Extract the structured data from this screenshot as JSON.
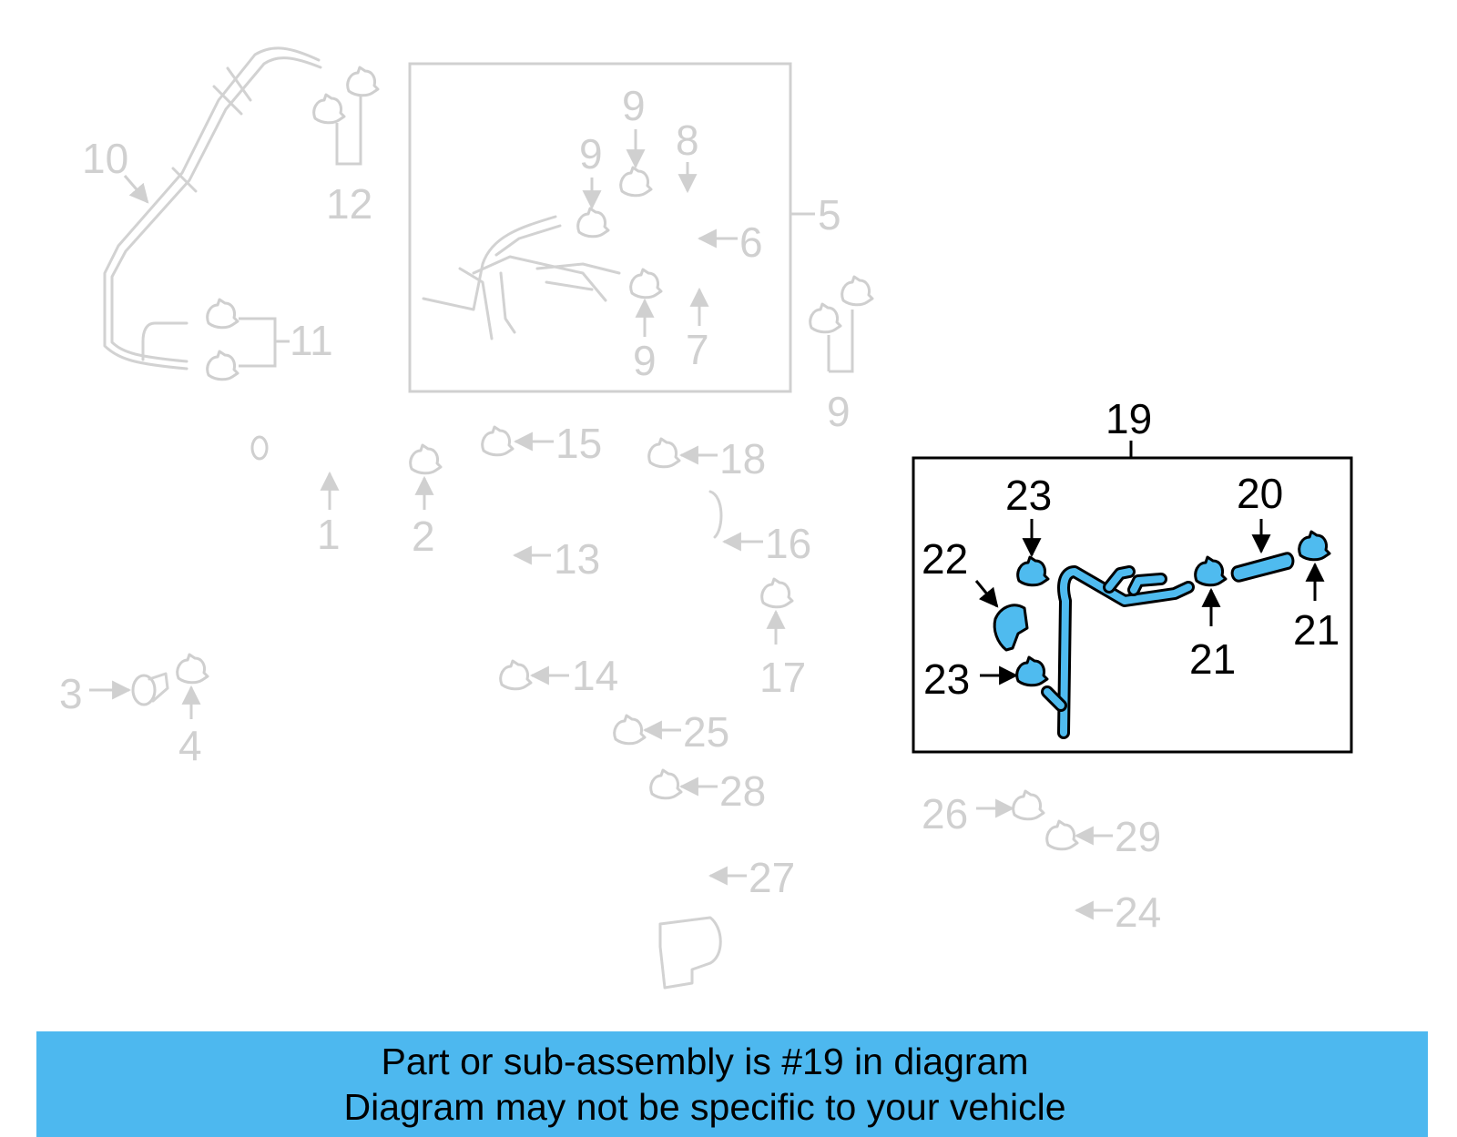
{
  "callouts": {
    "c1": "1",
    "c2": "2",
    "c3": "3",
    "c4": "4",
    "c5": "5",
    "c6": "6",
    "c7": "7",
    "c8": "8",
    "c9": "9",
    "c10": "10",
    "c11": "11",
    "c12": "12",
    "c13": "13",
    "c14": "14",
    "c15": "15",
    "c16": "16",
    "c17": "17",
    "c18": "18",
    "c19": "19",
    "c20": "20",
    "c21": "21",
    "c22": "22",
    "c23": "23",
    "c24": "24",
    "c25": "25",
    "c26": "26",
    "c27": "27",
    "c28": "28",
    "c29": "29"
  },
  "banner": {
    "line1": "Part or sub-assembly is #19 in diagram",
    "line2": "Diagram may not be specific to your vehicle"
  },
  "colors": {
    "highlight": "#4fbbef",
    "banner": "#4db8ef",
    "ghost": "#d0d0d0"
  }
}
